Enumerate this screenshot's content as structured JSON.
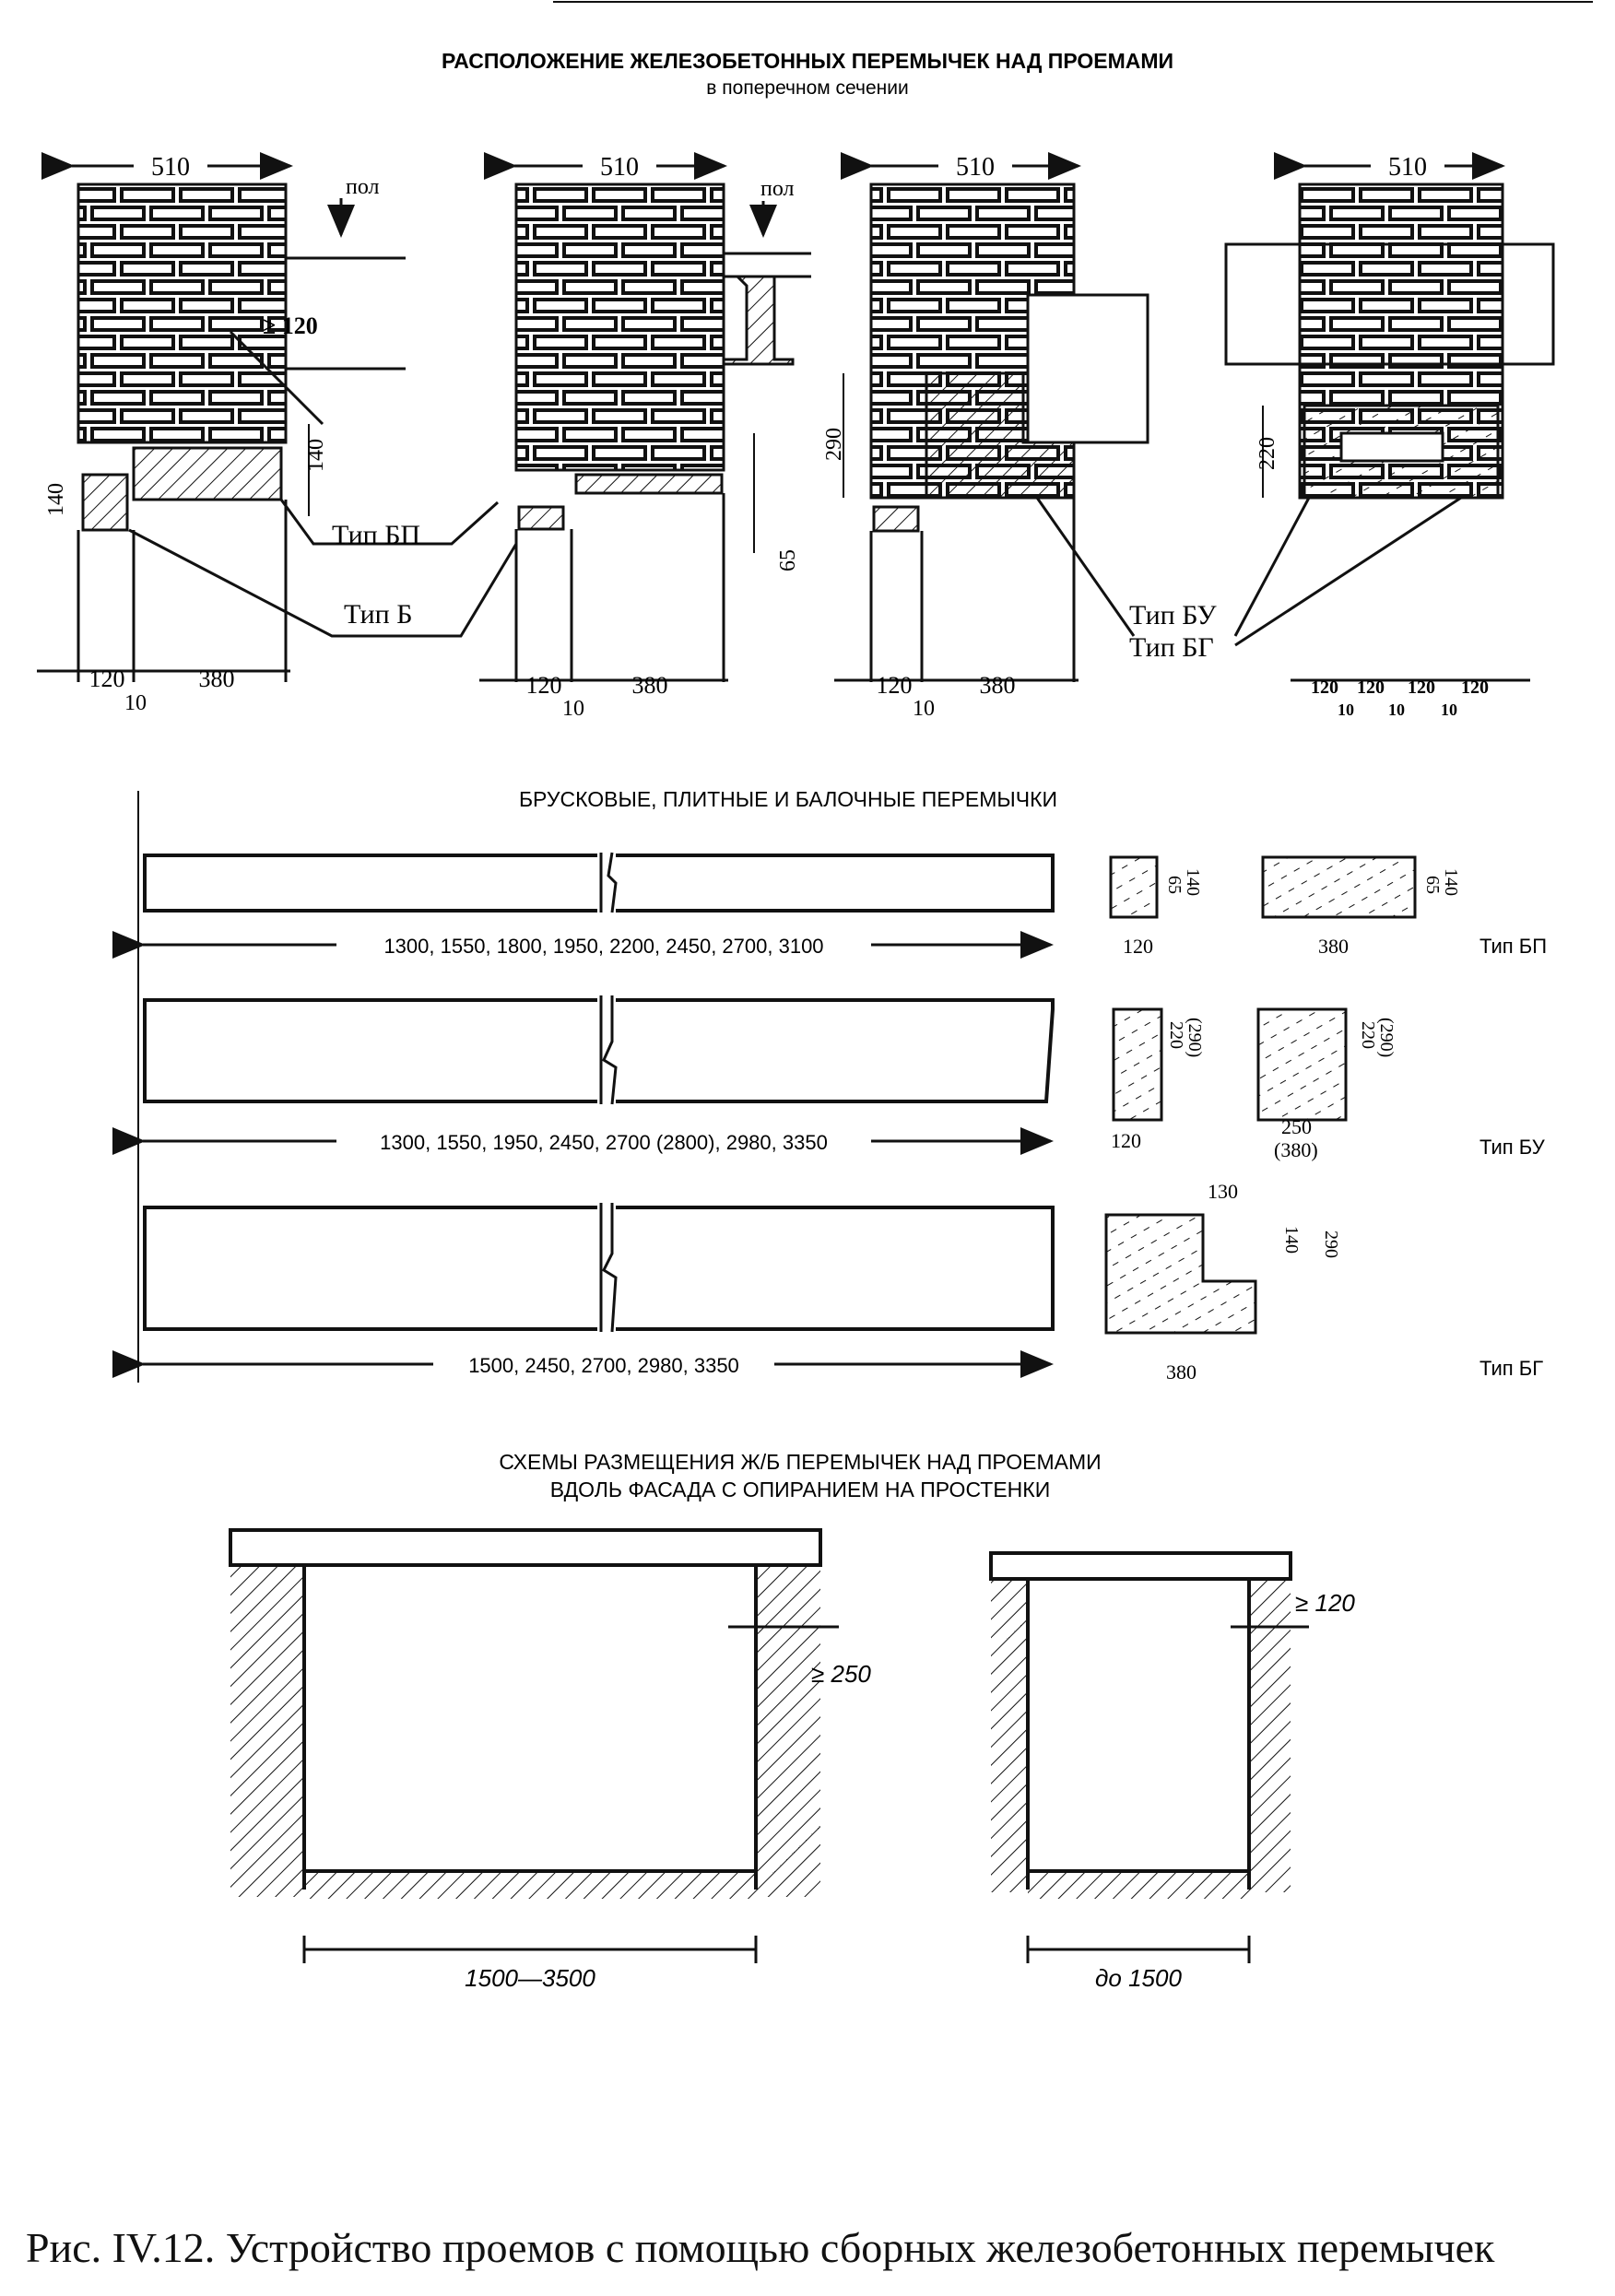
{
  "section1": {
    "title": "РАСПОЛОЖЕНИЕ ЖЕЛЕЗОБЕТОННЫХ ПЕРЕМЫЧЕК НАД ПРОЕМАМИ",
    "subtitle": "в поперечном сечении",
    "wall_width": "510",
    "floor_label": "пол",
    "dim_ge120": "≥ 120",
    "dim_140": "140",
    "dim_290": "290",
    "dim_65": "65",
    "dim_220": "220",
    "dim_120": "120",
    "dim_380": "380",
    "dim_10": "10",
    "labels": {
      "type_bp": "Тип БП",
      "type_b": "Тип Б",
      "type_bu": "Тип БУ",
      "type_bg": "Тип БГ"
    }
  },
  "section2": {
    "title": "БРУСКОВЫЕ, ПЛИТНЫЕ И БАЛОЧНЫЕ ПЕРЕМЫЧКИ",
    "rows": [
      {
        "lengths": "1300, 1550, 1800, 1950, 2200, 2450, 2700, 3100",
        "type": "Тип БП",
        "d1": "65",
        "d2": "140",
        "w1": "120",
        "w2": "380"
      },
      {
        "lengths": "1300, 1550, 1950, 2450, 2700 (2800), 2980, 3350",
        "type": "Тип БУ",
        "d1": "220",
        "d2": "(290)",
        "w1": "120",
        "w2": "250",
        "w2b": "(380)"
      },
      {
        "lengths": "1500, 2450, 2700, 2980, 3350",
        "type": "Тип БГ",
        "d1": "130",
        "d2": "140",
        "d3": "290",
        "w1": "380"
      }
    ]
  },
  "section3": {
    "title_line1": "СХЕМЫ РАЗМЕЩЕНИЯ Ж/Б ПЕРЕМЫЧЕК НАД ПРОЕМАМИ",
    "title_line2": "ВДОЛЬ ФАСАДА С ОПИРАНИЕМ НА ПРОСТЕНКИ",
    "left_support": "≥ 250",
    "left_span": "1500—3500",
    "right_support": "≥ 120",
    "right_span": "до 1500"
  },
  "caption": "Рис. IV.12. Устройство проемов с помощью сборных железобетонных перемычек"
}
